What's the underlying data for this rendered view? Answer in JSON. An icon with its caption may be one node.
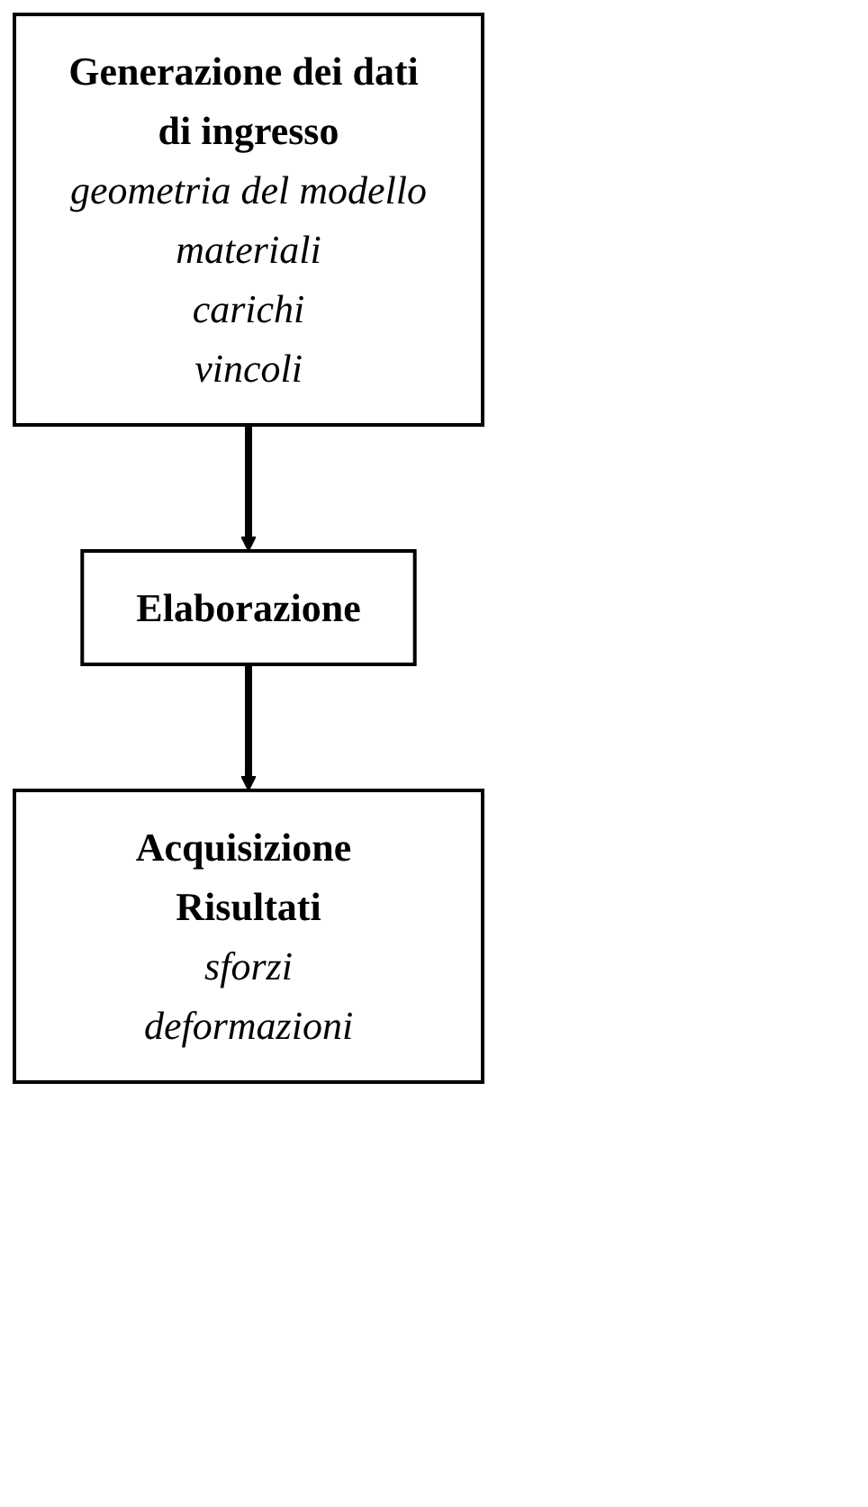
{
  "diagram": {
    "nodes": [
      {
        "text": [
          "Generazione dei dati di ingresso",
          "geometria del modello",
          "materiali",
          "carichi",
          "vincoli"
        ]
      },
      {
        "text": [
          "Elaborazione"
        ]
      },
      {
        "text": [
          "Acquisizione Risultati",
          "sforzi",
          "deformazioni"
        ]
      }
    ],
    "edges": [
      {
        "from": 0,
        "to": 1,
        "arrow": "to"
      },
      {
        "from": 1,
        "to": 2,
        "arrow": "to"
      }
    ]
  }
}
